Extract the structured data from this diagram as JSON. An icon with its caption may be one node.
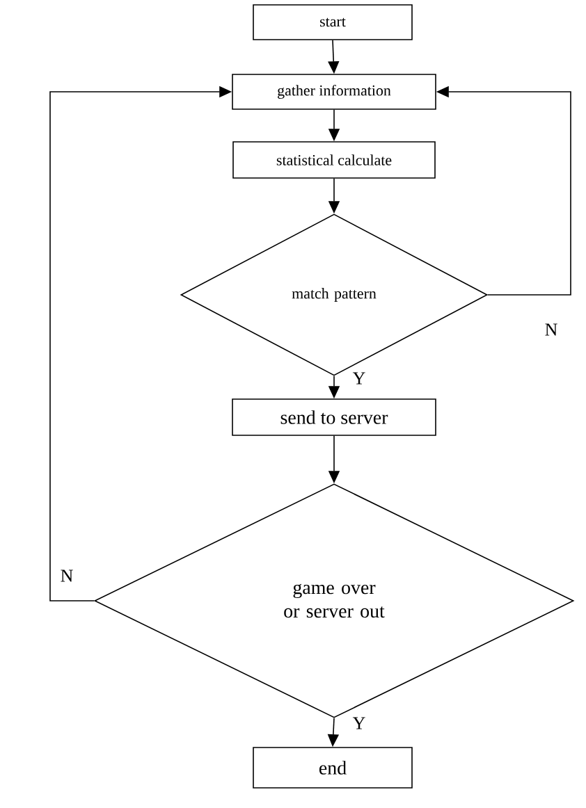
{
  "diagram": {
    "nodes": [
      {
        "text": [
          "start"
        ]
      },
      {
        "text": [
          "gather information"
        ]
      },
      {
        "text": [
          "statistical calculate"
        ]
      },
      {
        "text": [
          "match pattern"
        ]
      },
      {
        "text": [
          "send to server"
        ]
      },
      {
        "text": [
          "game over or server out"
        ]
      },
      {
        "text": [
          "end"
        ]
      }
    ],
    "edges": [
      {
        "from": 0,
        "to": 1,
        "arrow": "to"
      },
      {
        "from": 1,
        "to": 2,
        "arrow": "to"
      },
      {
        "from": 2,
        "to": 3,
        "arrow": "to"
      },
      {
        "from": 3,
        "to": 4,
        "arrow": "to",
        "label": "Y"
      },
      {
        "from": 3,
        "to": 1,
        "arrow": "to",
        "label": "N"
      },
      {
        "from": 4,
        "to": 5,
        "arrow": "to"
      },
      {
        "from": 5,
        "to": 6,
        "arrow": "to",
        "label": "Y"
      },
      {
        "from": 5,
        "to": 1,
        "arrow": "to",
        "label": "N"
      }
    ]
  }
}
